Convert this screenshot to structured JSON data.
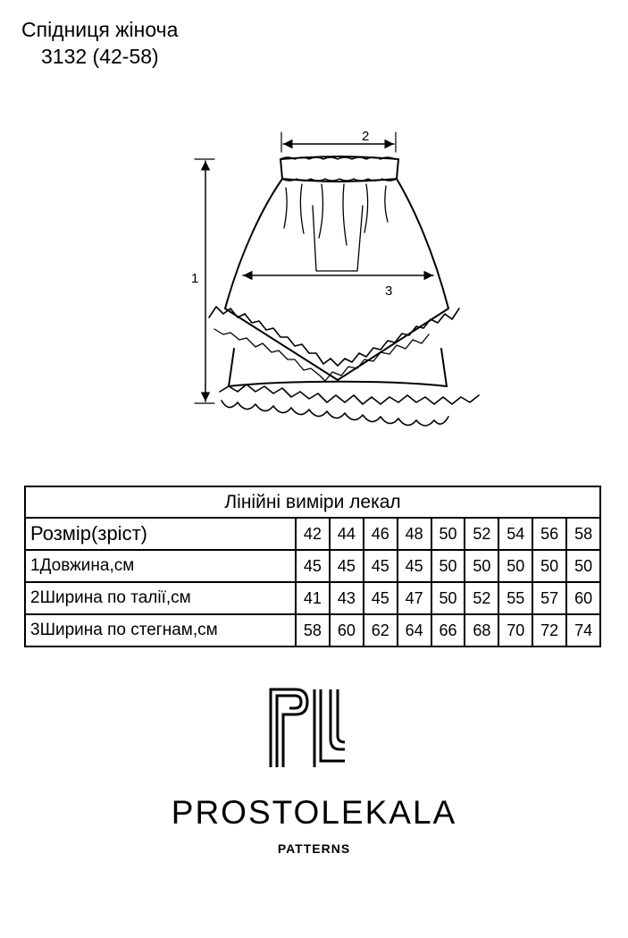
{
  "header": {
    "title_line1": "Спідниця жіноча",
    "title_line2": "3132 (42-58)"
  },
  "drawing": {
    "dim_labels": [
      "2",
      "1",
      "3"
    ]
  },
  "table": {
    "caption": "Лінійні виміри лекал",
    "rows": [
      {
        "label": "Розмір(зріст)",
        "values": [
          "42",
          "44",
          "46",
          "48",
          "50",
          "52",
          "54",
          "56",
          "58"
        ]
      },
      {
        "label": "1Довжина,см",
        "values": [
          "45",
          "45",
          "45",
          "45",
          "50",
          "50",
          "50",
          "50",
          "50"
        ]
      },
      {
        "label": "2Ширина по талії,см",
        "values": [
          "41",
          "43",
          "45",
          "47",
          "50",
          "52",
          "55",
          "57",
          "60"
        ]
      },
      {
        "label": "3Ширина по стегнам,см",
        "values": [
          "58",
          "60",
          "62",
          "64",
          "66",
          "68",
          "70",
          "72",
          "74"
        ]
      }
    ]
  },
  "brand": {
    "name": "PROSTOLEKALA",
    "tagline": "PATTERNS"
  }
}
